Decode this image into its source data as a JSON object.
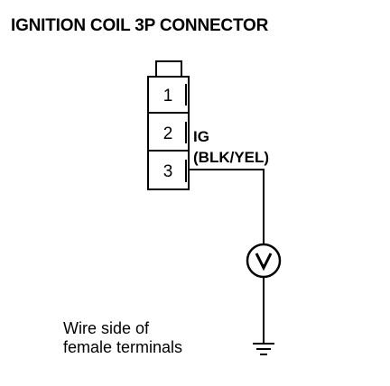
{
  "title": "IGNITION COIL 3P CONNECTOR",
  "connector": {
    "pins": [
      "1",
      "2",
      "3"
    ]
  },
  "signal": {
    "name": "IG",
    "wire_color": "(BLK/YEL)"
  },
  "meter": {
    "symbol": "V"
  },
  "note": {
    "line1": "Wire side of",
    "line2": "female terminals"
  }
}
